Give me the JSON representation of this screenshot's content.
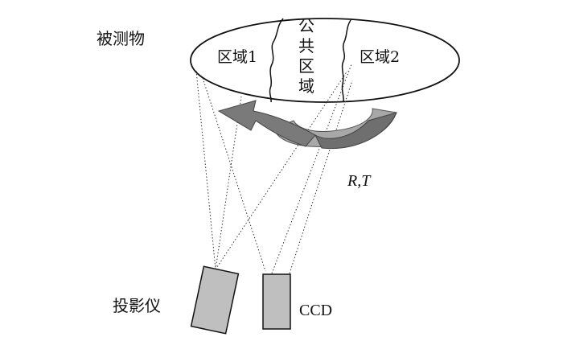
{
  "labels": {
    "object": "被测物",
    "region1": "区域1",
    "common_region": "公共区域",
    "region2": "区域2",
    "transform": "R,T",
    "projector": "投影仪",
    "ccd": "CCD"
  },
  "colors": {
    "outline": "#111111",
    "device_fill": "#bfbfbf",
    "arrow_front": "#7a7a7a",
    "arrow_back": "#a8a8a8",
    "ray": "#333333"
  }
}
